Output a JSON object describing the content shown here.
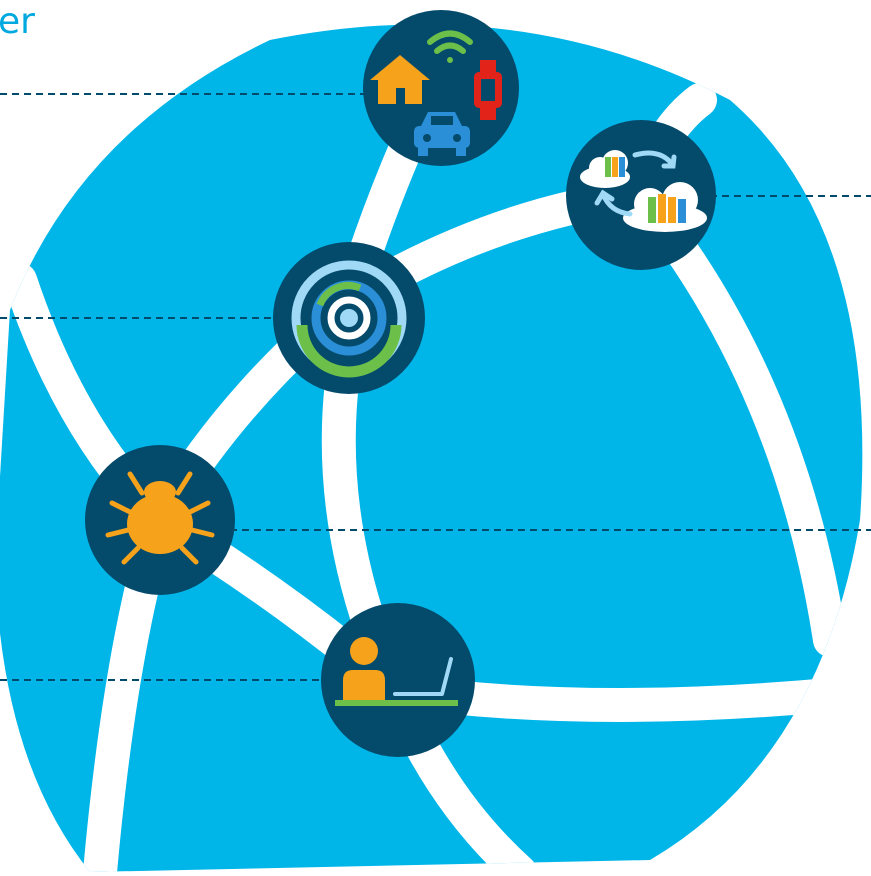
{
  "header": {
    "cutoff_title": "er"
  },
  "colors": {
    "globe": "#00b5e8",
    "road": "#ffffff",
    "node_fill": "#044a6b",
    "connector_line": "#004b6b",
    "title_text": "#00a8e0",
    "accent_orange": "#f7a21b",
    "accent_green": "#6cc04a",
    "accent_red": "#e2231a",
    "accent_light_blue": "#9fd9f6",
    "accent_blue": "#2a8fd6"
  },
  "nodes": [
    {
      "id": "iot-devices",
      "icons": [
        "house-icon",
        "wifi-icon",
        "smartwatch-icon",
        "car-icon"
      ]
    },
    {
      "id": "multicloud",
      "icons": [
        "cloud-icon",
        "server-rack-icon",
        "sync-arrows-icon"
      ]
    },
    {
      "id": "network-analytics",
      "icons": [
        "concentric-rings-icon"
      ]
    },
    {
      "id": "malware",
      "icons": [
        "bug-icon"
      ]
    },
    {
      "id": "remote-user",
      "icons": [
        "person-at-laptop-icon"
      ]
    }
  ]
}
